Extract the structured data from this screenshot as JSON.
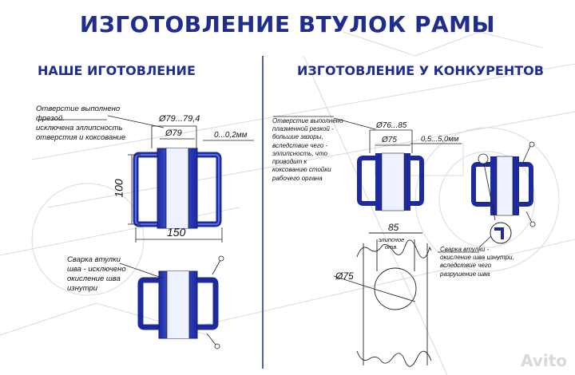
{
  "title": "ИЗГОТОВЛЕНИЕ ВТУЛОК РАМЫ",
  "left": {
    "heading": "НАШЕ ИГОТОВЛЕНИЕ",
    "note_top": [
      "Отверстие выполнено",
      "фрезой.",
      "исключена эллипсность",
      "отверстия и коксование"
    ],
    "dim_range": "Ø79...79,4",
    "dim_inner": "Ø79",
    "dim_gap": "0...0,2мм",
    "dim_height": "100",
    "dim_width": "150",
    "note_weld": [
      "Сварка втулки",
      "шва - исключено",
      "окисление шва",
      "изнутри"
    ]
  },
  "right": {
    "heading": "ИЗГОТОВЛЕНИЕ У КОНКУРЕНТОВ",
    "note_top": [
      "Отверстие выполнено",
      "плазменной резкой -",
      "большие зазоры,",
      "вследствие чего -",
      "эллипсность, что",
      "приводит к",
      "коксованию стойки",
      "рабочего органа"
    ],
    "dim_range": "Ø76...85",
    "dim_inner": "Ø75",
    "dim_gap": "0,5...5,0мм",
    "dim_85": "85",
    "ellipse_label": [
      "элипсное",
      "отв."
    ],
    "dim_75": "Ø75",
    "note_weld": [
      "Сварка втулки -",
      "окисление шва изнутри,",
      "вследствие чего",
      "разрушение шва"
    ]
  },
  "watermark": "Avito",
  "colors": {
    "title": "#1f2e8c",
    "bushing_dark": "#1c2a9c",
    "bushing_mid": "#3447d6",
    "bushing_light": "#6c7df0"
  }
}
